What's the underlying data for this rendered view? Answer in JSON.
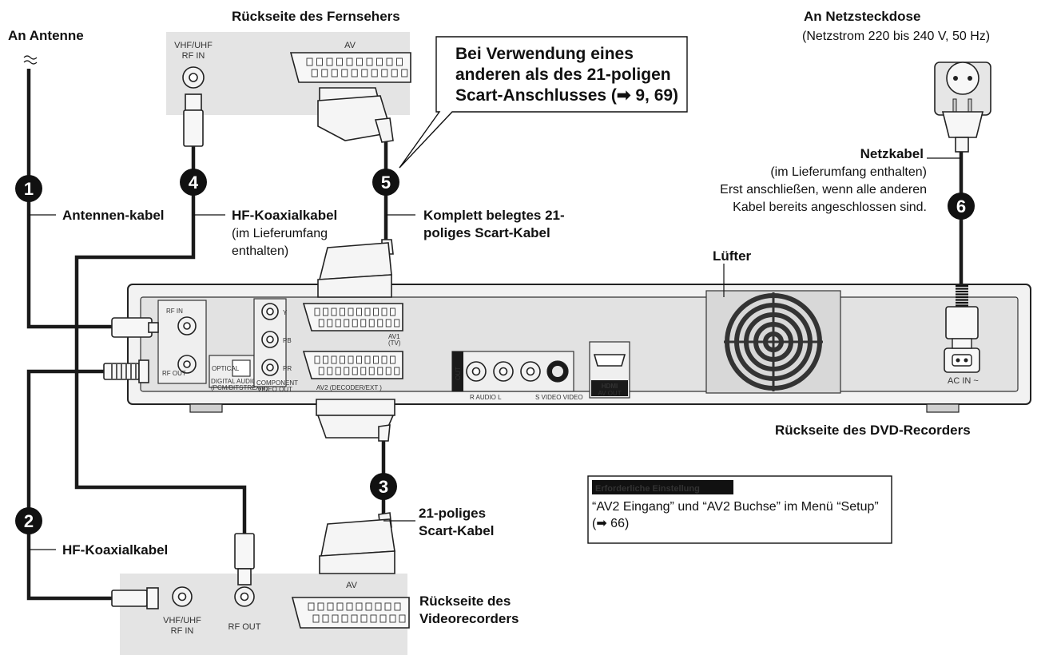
{
  "labels": {
    "antenna": "An Antenne",
    "tv_back": "Rückseite des Fernsehers",
    "tv_rf_in_line1": "VHF/UHF",
    "tv_rf_in_line2": "RF IN",
    "tv_av": "AV",
    "callout_line1": "Bei Verwendung eines",
    "callout_line2": "anderen als des 21-poligen",
    "callout_line3": "Scart-Anschlusses (➡ 9, 69)",
    "mains_title": "An Netzsteckdose",
    "mains_sub": "(Netzstrom 220 bis 240 V, 50 Hz)",
    "power_cable": "Netzkabel",
    "power_line1": "(im Lieferumfang enthalten)",
    "power_line2": "Erst anschließen, wenn alle anderen",
    "power_line3": "Kabel bereits angeschlossen sind.",
    "antenna_cable": "Antennen-kabel",
    "hf_coax_1": "HF-Koaxialkabel",
    "hf_coax_1_sub1": "(im Lieferumfang",
    "hf_coax_1_sub2": "enthalten)",
    "scart_full_line1": "Komplett belegtes 21-",
    "scart_full_line2": "poliges Scart-Kabel",
    "fan": "Lüfter",
    "dvd_back": "Rückseite des DVD-Recorders",
    "scart_21_line1": "21-poliges",
    "scart_21_line2": "Scart-Kabel",
    "hf_coax_2": "HF-Koaxialkabel",
    "vcr_back_line1": "Rückseite des",
    "vcr_back_line2": "Videorecorders",
    "vcr_rf_in_line1": "VHF/UHF",
    "vcr_rf_in_line2": "RF IN",
    "vcr_rf_out": "RF OUT",
    "vcr_av": "AV"
  },
  "device_labels": {
    "rf_in": "RF IN",
    "rf_out": "RF OUT",
    "optical": "OPTICAL",
    "digital_audio_out_line1": "DIGITAL AUDIO OUT",
    "digital_audio_out_line2": "(PCM/BITSTREAM)",
    "component_line1": "COMPONENT",
    "component_line2": "VIDEO OUT",
    "y": "Y",
    "pb": "PB",
    "pr": "PR",
    "av1_line1": "AV1",
    "av1_line2": "(TV)",
    "av2": "AV2 (DECODER/EXT )",
    "out": "OUT",
    "audio": "R  AUDIO  L",
    "svideo": "S VIDEO  VIDEO",
    "hdmi": "HDMI",
    "av_out": "AV OUT",
    "ac_in": "AC IN ~"
  },
  "steps": [
    "1",
    "4",
    "5",
    "6",
    "3",
    "2"
  ],
  "settings_box": {
    "heading": "Erforderliche Einstellung",
    "line1": "“AV2 Eingang” und “AV2 Buchse” im Menü “Setup”",
    "line2": "(➡ 66)"
  }
}
